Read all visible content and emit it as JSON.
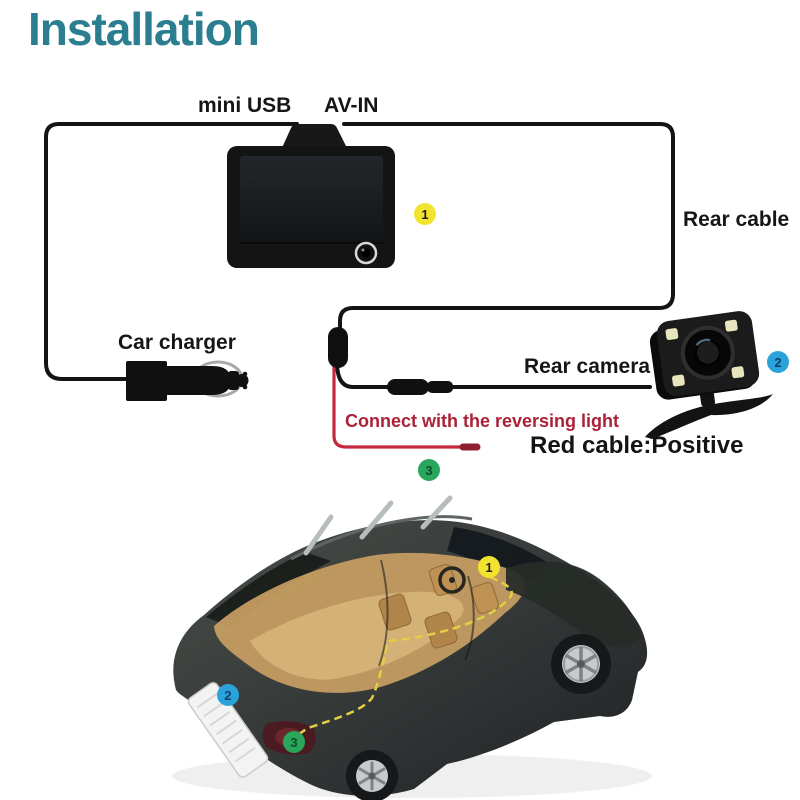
{
  "title": "Installation",
  "labels": {
    "mini_usb": "mini USB",
    "av_in": "AV-IN",
    "rear_cable": "Rear cable",
    "car_charger": "Car charger",
    "rear_camera": "Rear camera",
    "reversing_note": "Connect with the reversing light",
    "red_cable_note": "Red cable:Positive"
  },
  "badges": {
    "step1": "1",
    "step2": "2",
    "step3": "3"
  },
  "colors": {
    "title_teal": "#2b7e8f",
    "note_red_text": "#ab2136",
    "red_wire": "#c5293d",
    "badge_yellow": "#f2e42e",
    "badge_blue": "#2aa3da",
    "badge_green": "#2aa55c",
    "wire_black": "#141414",
    "route_dashed_yellow": "#e3cf45"
  }
}
